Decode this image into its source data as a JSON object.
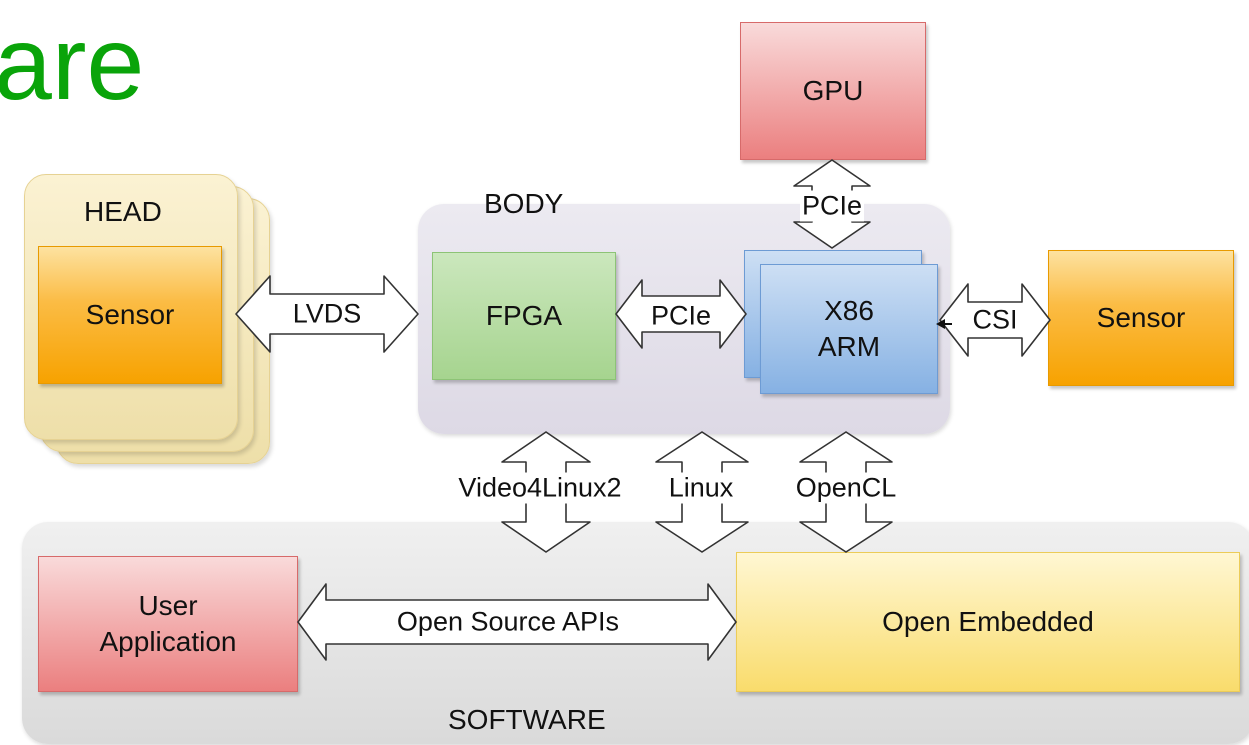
{
  "slide": {
    "title": "are"
  },
  "diagram": {
    "head": {
      "label": "HEAD",
      "sensor": "Sensor"
    },
    "body": {
      "label": "BODY",
      "fpga": "FPGA",
      "cpu": [
        "X86",
        "ARM"
      ]
    },
    "gpu": "GPU",
    "right_sensor": "Sensor",
    "software": {
      "label": "SOFTWARE",
      "user_app": [
        "User",
        "Application"
      ],
      "open_embedded": "Open Embedded"
    },
    "links": {
      "lvds": "LVDS",
      "pcie_fpga_cpu": "PCIe",
      "pcie_gpu": "PCIe",
      "csi": "CSI",
      "open_source_apis": "Open Source APIs",
      "video4linux2": "Video4Linux2",
      "linux": "Linux",
      "opencl": "OpenCL"
    },
    "colors": {
      "title": "#0aa40a",
      "sensor": "#f7a200",
      "fpga": "#a6d48f",
      "cpu": "#86b1e3",
      "gpu": "#eb7f7f",
      "user_app": "#eb7f7f",
      "open_embedded": "#f9dc6c",
      "head": "#eedfa9",
      "body_panel": "#ddd9e5",
      "software_panel": "#dadada"
    }
  }
}
